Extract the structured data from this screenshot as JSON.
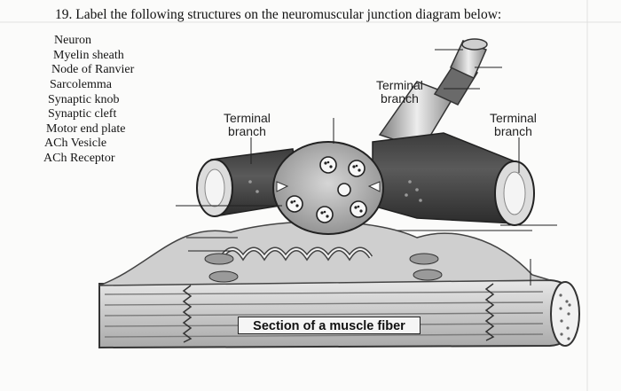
{
  "question": "19. Label the following structures on the neuromuscular junction diagram below:",
  "terms": [
    "Neuron",
    "Myelin sheath",
    "Node of Ranvier",
    "Sarcolemma",
    "Synaptic knob",
    "Synaptic cleft",
    "Motor end plate",
    "ACh Vesicle",
    "ACh Receptor"
  ],
  "diagram": {
    "label_left": "Terminal\nbranch",
    "label_center": "Terminal\nbranch",
    "label_right": "Terminal\nbranch",
    "section_label": "Section of a muscle fiber"
  }
}
